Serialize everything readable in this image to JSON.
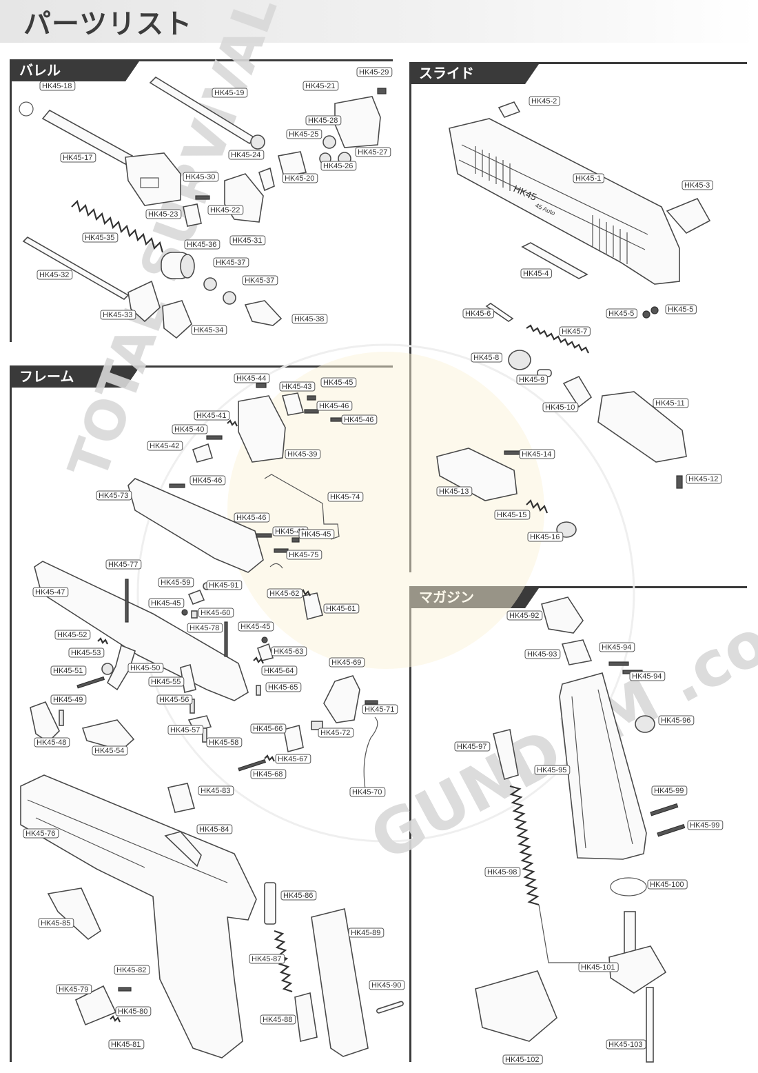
{
  "title": "パーツリスト",
  "sections": {
    "barrel": "バレル",
    "frame": "フレーム",
    "slide": "スライド",
    "magazine": "マガジン"
  },
  "labels": {
    "hk45_1": "HK45-1",
    "hk45_2": "HK45-2",
    "hk45_3": "HK45-3",
    "hk45_4": "HK45-4",
    "hk45_5": "HK45-5",
    "hk45_6": "HK45-6",
    "hk45_7": "HK45-7",
    "hk45_8": "HK45-8",
    "hk45_9": "HK45-9",
    "hk45_10": "HK45-10",
    "hk45_11": "HK45-11",
    "hk45_12": "HK45-12",
    "hk45_13": "HK45-13",
    "hk45_14": "HK45-14",
    "hk45_15": "HK45-15",
    "hk45_16": "HK45-16",
    "hk45_17": "HK45-17",
    "hk45_18": "HK45-18",
    "hk45_19": "HK45-19",
    "hk45_20": "HK45-20",
    "hk45_21": "HK45-21",
    "hk45_22": "HK45-22",
    "hk45_23": "HK45-23",
    "hk45_24": "HK45-24",
    "hk45_25": "HK45-25",
    "hk45_26": "HK45-26",
    "hk45_27": "HK45-27",
    "hk45_28": "HK45-28",
    "hk45_29": "HK45-29",
    "hk45_30": "HK45-30",
    "hk45_31": "HK45-31",
    "hk45_32": "HK45-32",
    "hk45_33": "HK45-33",
    "hk45_34": "HK45-34",
    "hk45_35": "HK45-35",
    "hk45_36": "HK45-36",
    "hk45_37": "HK45-37",
    "hk45_38": "HK45-38",
    "hk45_39": "HK45-39",
    "hk45_40": "HK45-40",
    "hk45_41": "HK45-41",
    "hk45_42": "HK45-42",
    "hk45_43": "HK45-43",
    "hk45_44": "HK45-44",
    "hk45_45": "HK45-45",
    "hk45_46": "HK45-46",
    "hk45_47": "HK45-47",
    "hk45_48": "HK45-48",
    "hk45_49": "HK45-49",
    "hk45_50": "HK45-50",
    "hk45_51": "HK45-51",
    "hk45_52": "HK45-52",
    "hk45_53": "HK45-53",
    "hk45_54": "HK45-54",
    "hk45_55": "HK45-55",
    "hk45_56": "HK45-56",
    "hk45_57": "HK45-57",
    "hk45_58": "HK45-58",
    "hk45_59": "HK45-59",
    "hk45_60": "HK45-60",
    "hk45_61": "HK45-61",
    "hk45_62": "HK45-62",
    "hk45_63": "HK45-63",
    "hk45_64": "HK45-64",
    "hk45_65": "HK45-65",
    "hk45_66": "HK45-66",
    "hk45_67": "HK45-67",
    "hk45_68": "HK45-68",
    "hk45_69": "HK45-69",
    "hk45_70": "HK45-70",
    "hk45_71": "HK45-71",
    "hk45_72": "HK45-72",
    "hk45_73": "HK45-73",
    "hk45_74": "HK45-74",
    "hk45_75": "HK45-75",
    "hk45_76": "HK45-76",
    "hk45_77": "HK45-77",
    "hk45_78": "HK45-78",
    "hk45_79": "HK45-79",
    "hk45_80": "HK45-80",
    "hk45_81": "HK45-81",
    "hk45_82": "HK45-82",
    "hk45_83": "HK45-83",
    "hk45_84": "HK45-84",
    "hk45_85": "HK45-85",
    "hk45_86": "HK45-86",
    "hk45_87": "HK45-87",
    "hk45_88": "HK45-88",
    "hk45_89": "HK45-89",
    "hk45_90": "HK45-90",
    "hk45_91": "HK45-91",
    "hk45_92": "HK45-92",
    "hk45_93": "HK45-93",
    "hk45_94": "HK45-94",
    "hk45_95": "HK45-95",
    "hk45_96": "HK45-96",
    "hk45_97": "HK45-97",
    "hk45_98": "HK45-98",
    "hk45_99": "HK45-99",
    "hk45_100": "HK45-100",
    "hk45_101": "HK45-101",
    "hk45_102": "HK45-102",
    "hk45_103": "HK45-103"
  },
  "slide_markings": {
    "model": "HK45",
    "caliber": "45 Auto"
  },
  "watermark": {
    "arc_text": "TOTAL SURVIVAL GUNSHOP",
    "domain_text": "GUNDAM .co.kr"
  }
}
